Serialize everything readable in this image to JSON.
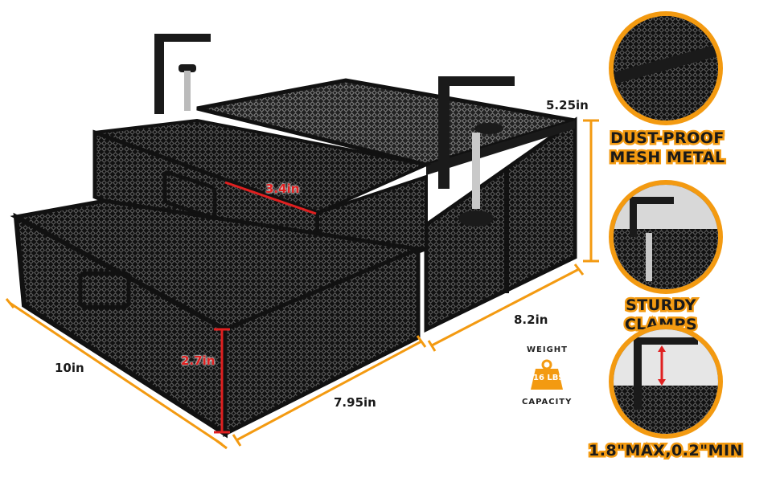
{
  "dimensions": {
    "height": "5.25in",
    "drawer_width": "3.4in",
    "drawer_height": "2.7in",
    "length": "10in",
    "width_front": "7.95in",
    "depth": "8.2in"
  },
  "features": {
    "mesh": "DUST-PROOF\nMESH METAL",
    "clamps": "STURDY CLAMPS",
    "clamp_range": "1.8\"MAX,0.2\"MIN"
  },
  "weight_badge": {
    "top": "WEIGHT",
    "value": "16 LBS",
    "bottom": "CAPACITY"
  },
  "colors": {
    "accent": "#f39a11",
    "red": "#e02020",
    "metal": "#1c1c1c"
  }
}
